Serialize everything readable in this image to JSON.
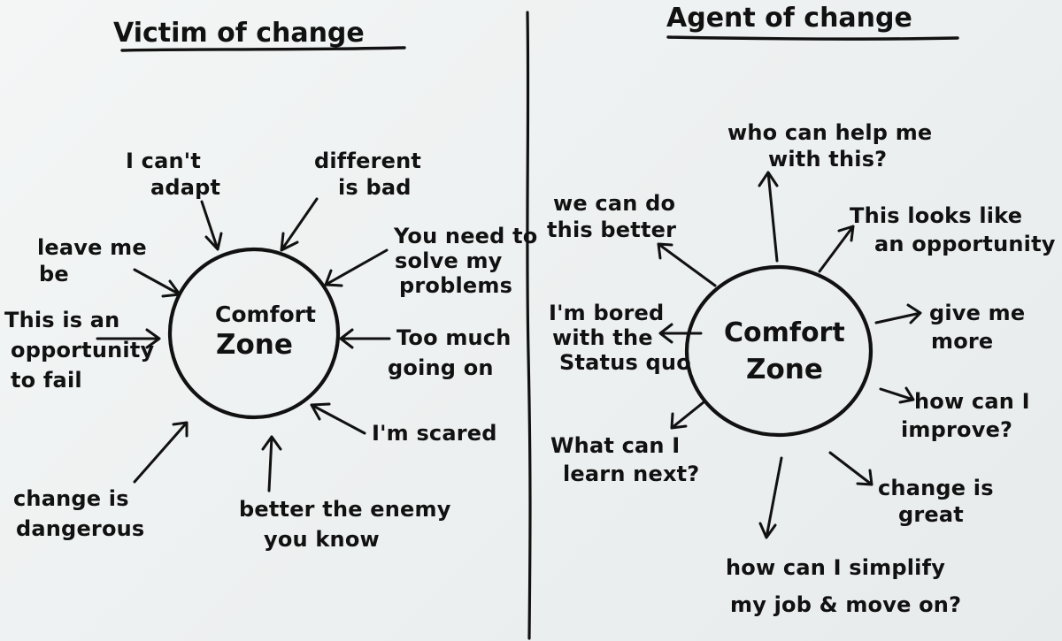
{
  "left_panel": {
    "title": "Victim of change",
    "center": {
      "line1": "Comfort",
      "line2": "Zone"
    },
    "notes": [
      {
        "name": "note-i-cant-adapt",
        "lines": [
          "I can't",
          "adapt"
        ]
      },
      {
        "name": "note-different-is-bad",
        "lines": [
          "different",
          "is bad"
        ]
      },
      {
        "name": "note-leave-me-be",
        "lines": [
          "leave me",
          "be"
        ]
      },
      {
        "name": "note-you-need-to-solve-my-problems",
        "lines": [
          "You need to",
          "solve my",
          "problems"
        ]
      },
      {
        "name": "note-opportunity-to-fail",
        "lines": [
          "This is an",
          "opportunity",
          "to fail"
        ]
      },
      {
        "name": "note-too-much-going-on",
        "lines": [
          "Too much",
          "going on"
        ]
      },
      {
        "name": "note-im-scared",
        "lines": [
          "I'm scared"
        ]
      },
      {
        "name": "note-change-is-dangerous",
        "lines": [
          "change is",
          "dangerous"
        ]
      },
      {
        "name": "note-better-the-enemy",
        "lines": [
          "better the enemy",
          "you know"
        ]
      }
    ]
  },
  "right_panel": {
    "title": "Agent of change",
    "center": {
      "line1": "Comfort",
      "line2": "Zone"
    },
    "notes": [
      {
        "name": "note-who-can-help-me",
        "lines": [
          "who can help me",
          "with this?"
        ]
      },
      {
        "name": "note-we-can-do-this-better",
        "lines": [
          "we can do",
          "this better"
        ]
      },
      {
        "name": "note-looks-like-opportunity",
        "lines": [
          "This looks like",
          "an opportunity"
        ]
      },
      {
        "name": "note-bored-with-status-quo",
        "lines": [
          "I'm bored",
          "with the",
          "Status quo"
        ]
      },
      {
        "name": "note-give-me-more",
        "lines": [
          "give me",
          "more"
        ]
      },
      {
        "name": "note-how-can-i-improve",
        "lines": [
          "how can I",
          "improve?"
        ]
      },
      {
        "name": "note-what-can-i-learn-next",
        "lines": [
          "What can I",
          "learn next?"
        ]
      },
      {
        "name": "note-change-is-great",
        "lines": [
          "change is",
          "great"
        ]
      },
      {
        "name": "note-simplify-my-job",
        "lines": [
          "how can I simplify",
          "my job & move on?"
        ]
      }
    ]
  }
}
